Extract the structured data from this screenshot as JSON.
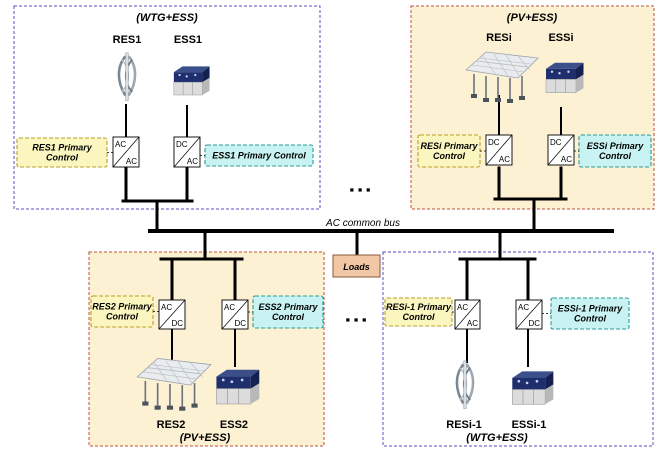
{
  "groups": [
    {
      "title": "(WTG+ESS)",
      "color": "#5a4fc4",
      "fill": "#ffffff"
    },
    {
      "title": "(PV+ESS)",
      "color": "#c0503a",
      "fill": "#fdf1d4"
    },
    {
      "title": "(PV+ESS)",
      "color": "#c0503a",
      "fill": "#fdf1d4"
    },
    {
      "title": "(WTG+ESS)",
      "color": "#5a4fc4",
      "fill": "#ffffff"
    }
  ],
  "units": [
    {
      "name": "RES1",
      "icon": "wind-turbine-icon",
      "conv_top": "AC",
      "conv_bottom": "AC",
      "control": [
        "RES1 Primary",
        "Control"
      ],
      "ctl_style": "yellow"
    },
    {
      "name": "ESS1",
      "icon": "battery-icon",
      "conv_top": "DC",
      "conv_bottom": "AC",
      "control": [
        "ESS1 Primary Control"
      ],
      "ctl_style": "cyan"
    },
    {
      "name": "RESi",
      "icon": "solar-panel-icon",
      "conv_top": "DC",
      "conv_bottom": "AC",
      "control": [
        "RESi Primary",
        "Control"
      ],
      "ctl_style": "yellow"
    },
    {
      "name": "ESSi",
      "icon": "battery-icon",
      "conv_top": "DC",
      "conv_bottom": "AC",
      "control": [
        "ESSi Primary",
        "Control"
      ],
      "ctl_style": "cyan"
    },
    {
      "name": "RES2",
      "icon": "solar-panel-icon",
      "conv_top": "AC",
      "conv_bottom": "DC",
      "control": [
        "RES2 Primary",
        "Control"
      ],
      "ctl_style": "yellow"
    },
    {
      "name": "ESS2",
      "icon": "battery-icon",
      "conv_top": "AC",
      "conv_bottom": "DC",
      "control": [
        "ESS2 Primary",
        "Control"
      ],
      "ctl_style": "cyan"
    },
    {
      "name": "RESi-1",
      "icon": "wind-turbine-icon",
      "conv_top": "AC",
      "conv_bottom": "AC",
      "control": [
        "RESi-1 Primary",
        "Control"
      ],
      "ctl_style": "yellow"
    },
    {
      "name": "ESSi-1",
      "icon": "battery-icon",
      "conv_top": "AC",
      "conv_bottom": "DC",
      "control": [
        "ESSi-1 Primary",
        "Control"
      ],
      "ctl_style": "cyan"
    }
  ],
  "bus_label": "AC common bus",
  "loads_label": "Loads",
  "ellipsis": "▪ ▪ ▪",
  "palette": {
    "ctl_yellow_fill": "#fbf6c0",
    "ctl_yellow_stroke": "#b8a020",
    "ctl_cyan_fill": "#c9f2f2",
    "ctl_cyan_stroke": "#2a9a9a",
    "loads_fill": "#f2c7a6",
    "loads_stroke": "#8a5a3a"
  }
}
